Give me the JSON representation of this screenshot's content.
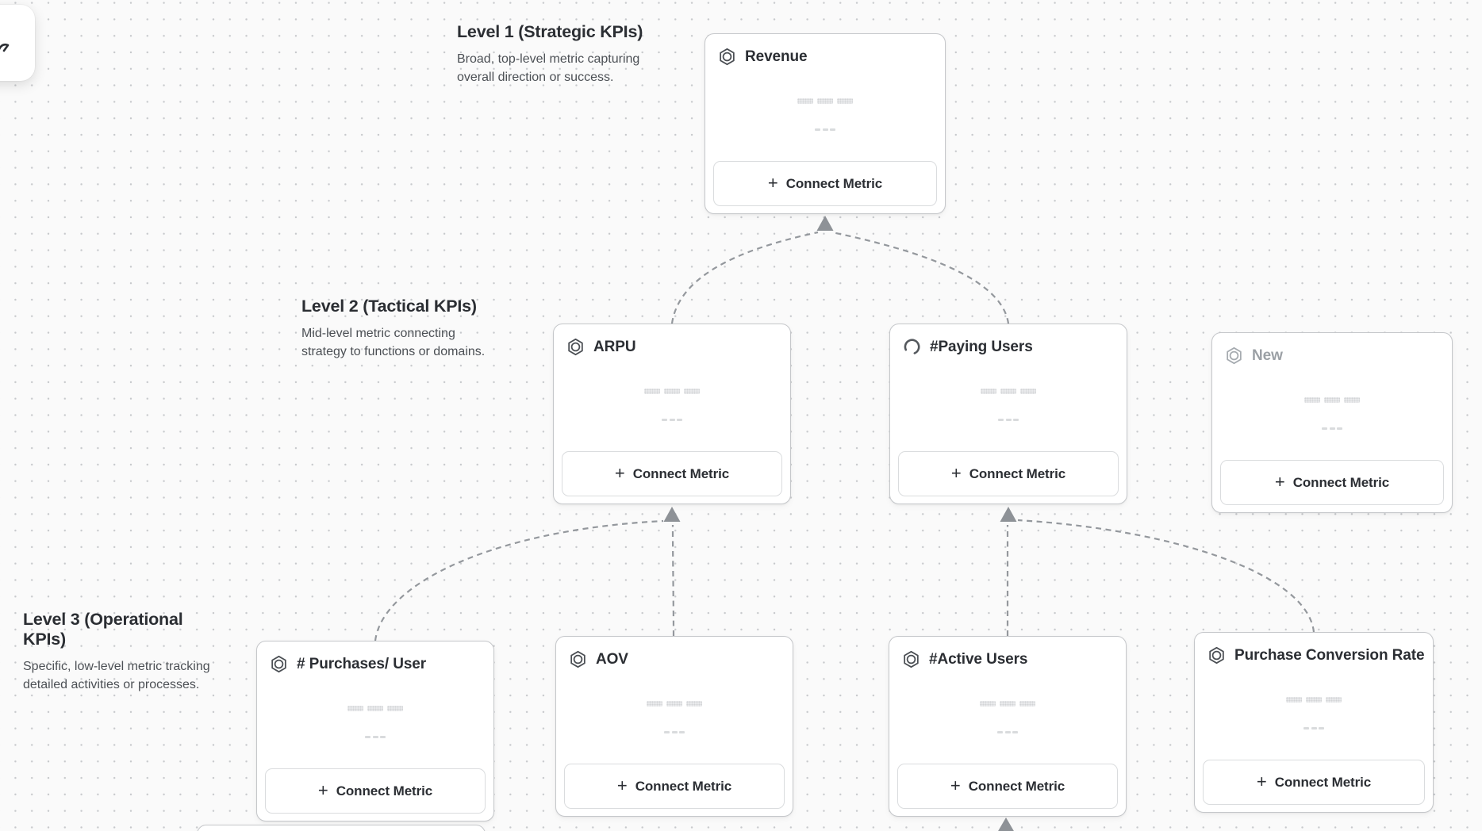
{
  "canvas": {
    "background_color": "#fafafa",
    "dot_color": "#c7c9cc",
    "connector_color": "#94989d",
    "arrow_color": "#8e9297"
  },
  "levels": {
    "level1": {
      "title": "Level 1 (Strategic KPIs)",
      "description": "Broad, top-level metric capturing overall direction or success."
    },
    "level2": {
      "title": "Level 2 (Tactical KPIs)",
      "description": "Mid-level metric connecting strategy to functions or domains."
    },
    "level3": {
      "title": "Level 3 (Operational KPIs)",
      "description": "Specific, low-level metric tracking detailed activities or processes."
    }
  },
  "cards": {
    "revenue": {
      "title": "Revenue",
      "icon": "hexagon-metric-icon",
      "state": "default"
    },
    "arpu": {
      "title": "ARPU",
      "icon": "hexagon-metric-icon",
      "state": "default"
    },
    "paying_users": {
      "title": "#Paying Users",
      "icon": "spinner-icon",
      "state": "loading"
    },
    "new": {
      "title": "New",
      "icon": "hexagon-metric-icon",
      "state": "placeholder"
    },
    "purchases_per_user": {
      "title": "# Purchases/ User",
      "icon": "hexagon-metric-icon",
      "state": "default"
    },
    "aov": {
      "title": "AOV",
      "icon": "hexagon-metric-icon",
      "state": "default"
    },
    "active_users": {
      "title": "#Active Users",
      "icon": "hexagon-metric-icon",
      "state": "default"
    },
    "purchase_conversion_rate": {
      "title": "Purchase Conversion Rate",
      "icon": "hexagon-metric-icon",
      "state": "default"
    }
  },
  "ui": {
    "plus": "+",
    "connect_metric_label": "Connect Metric",
    "icons": {
      "card_type": "hexagon-metric-icon",
      "loading": "spinner-icon",
      "button": "plus-icon",
      "connector_end": "arrow-up-triangle-icon",
      "corner_panel": "cursor-arrow-icon"
    }
  }
}
